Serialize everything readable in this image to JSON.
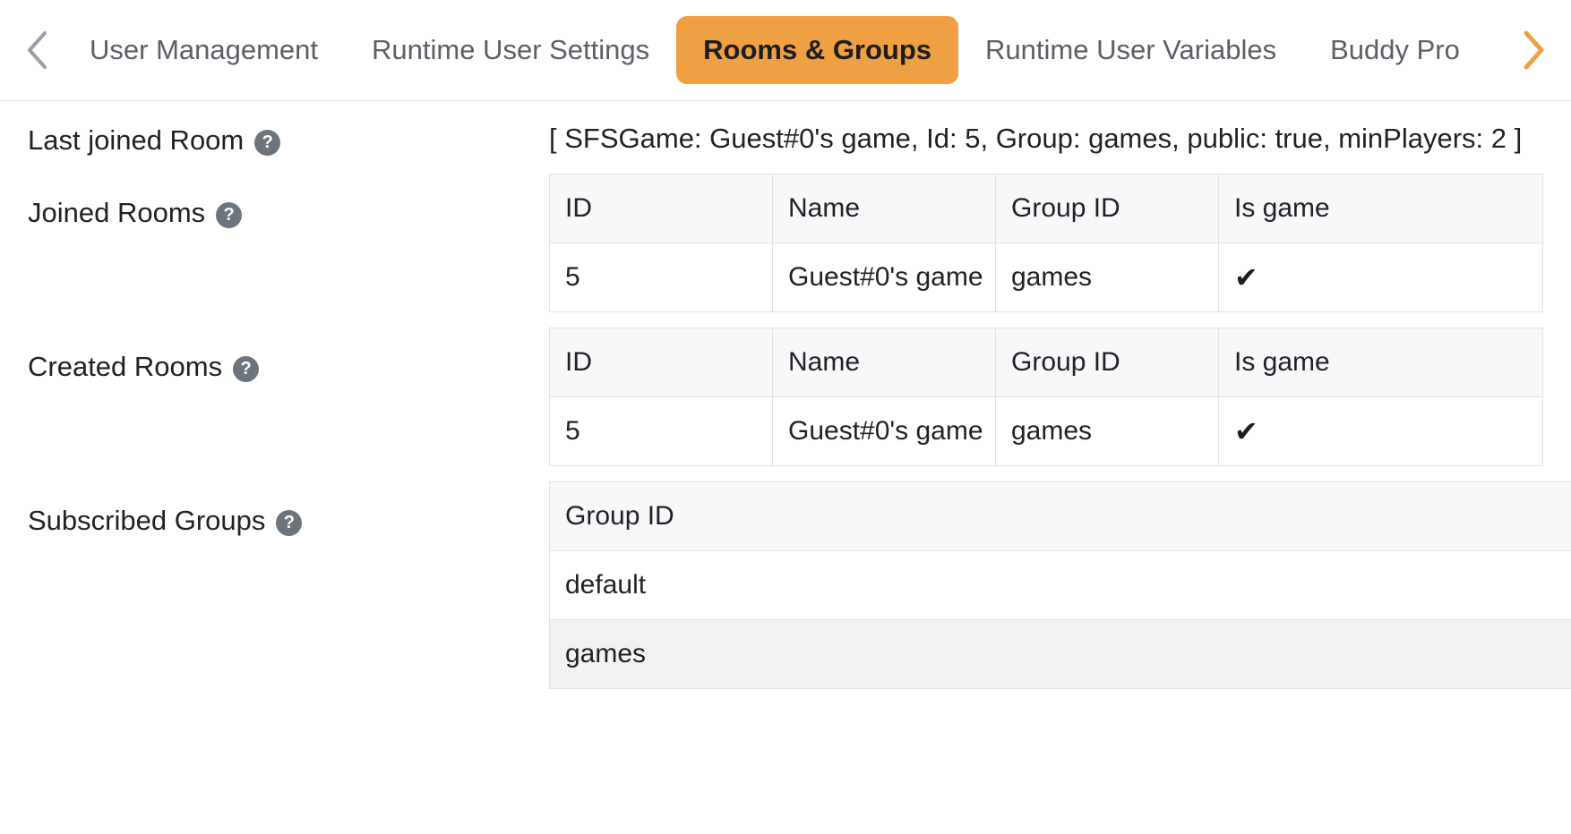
{
  "tabbar": {
    "prev_icon": "chevron-left-icon",
    "next_icon": "chevron-right-icon",
    "accent_color": "#efa043",
    "tabs": [
      {
        "label": "User Management",
        "active": false
      },
      {
        "label": "Runtime User Settings",
        "active": false
      },
      {
        "label": "Rooms & Groups",
        "active": true
      },
      {
        "label": "Runtime User Variables",
        "active": false
      },
      {
        "label": "Buddy Pro",
        "active": false
      }
    ]
  },
  "help_glyph": "?",
  "check_glyph": "✔",
  "sections": {
    "last_joined_room": {
      "label": "Last joined Room",
      "value": "[ SFSGame: Guest#0's game, Id: 5, Group: games, public: true, minPlayers: 2 ]"
    },
    "joined_rooms": {
      "label": "Joined Rooms",
      "columns": [
        "ID",
        "Name",
        "Group ID",
        "Is game"
      ],
      "rows": [
        {
          "id": "5",
          "name": "Guest#0's game",
          "group_id": "games",
          "is_game": true
        }
      ]
    },
    "created_rooms": {
      "label": "Created Rooms",
      "columns": [
        "ID",
        "Name",
        "Group ID",
        "Is game"
      ],
      "rows": [
        {
          "id": "5",
          "name": "Guest#0's game",
          "group_id": "games",
          "is_game": true
        }
      ]
    },
    "subscribed_groups": {
      "label": "Subscribed Groups",
      "columns": [
        "Group ID"
      ],
      "rows": [
        {
          "group_id": "default"
        },
        {
          "group_id": "games"
        }
      ]
    }
  }
}
